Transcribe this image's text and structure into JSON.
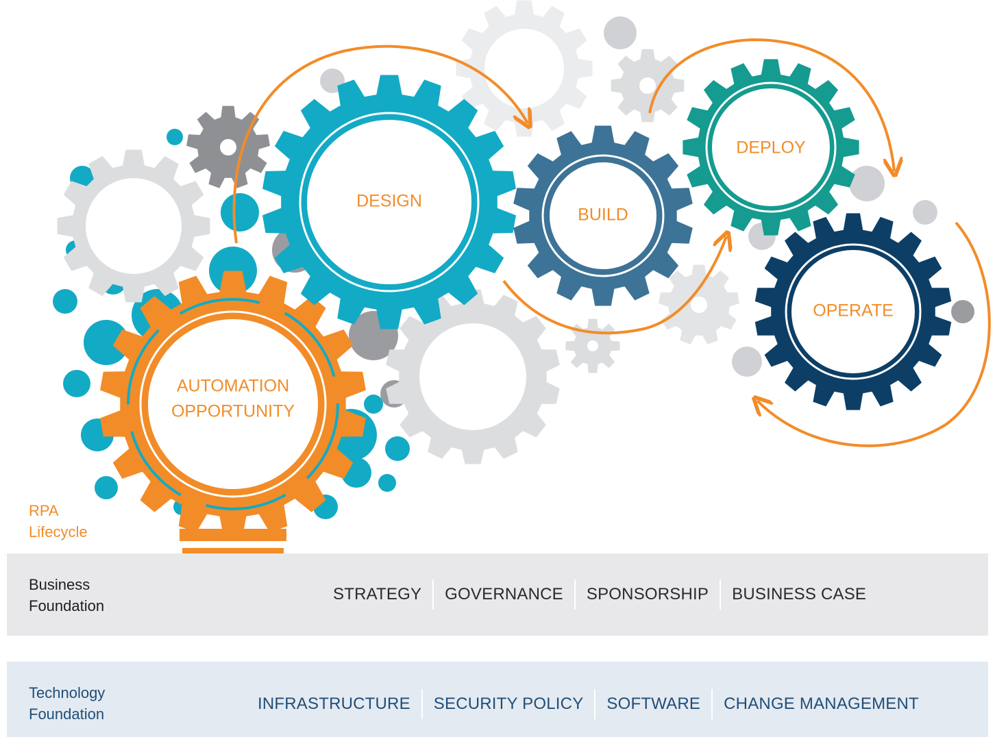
{
  "diagram": {
    "gears": [
      {
        "label_lines": [
          "AUTOMATION",
          "OPPORTUNITY"
        ],
        "color": "#f28c28"
      },
      {
        "label_lines": [
          "DESIGN"
        ],
        "color": "#13aac5"
      },
      {
        "label_lines": [
          "BUILD"
        ],
        "color": "#3d7396"
      },
      {
        "label_lines": [
          "DEPLOY"
        ],
        "color": "#159b8f"
      },
      {
        "label_lines": [
          "OPERATE"
        ],
        "color": "#0d3f66"
      }
    ],
    "label_color": "#f28c28",
    "arrow_color": "#f28c28",
    "rpa_label": [
      "RPA",
      "Lifecycle"
    ]
  },
  "business_foundation": {
    "title_lines": [
      "Business",
      "Foundation"
    ],
    "items": [
      "STRATEGY",
      "GOVERNANCE",
      "SPONSORSHIP",
      "BUSINESS CASE"
    ]
  },
  "technology_foundation": {
    "title_lines": [
      "Technology",
      "Foundation"
    ],
    "items": [
      "INFRASTRUCTURE",
      "SECURITY POLICY",
      "SOFTWARE",
      "CHANGE MANAGEMENT"
    ]
  }
}
